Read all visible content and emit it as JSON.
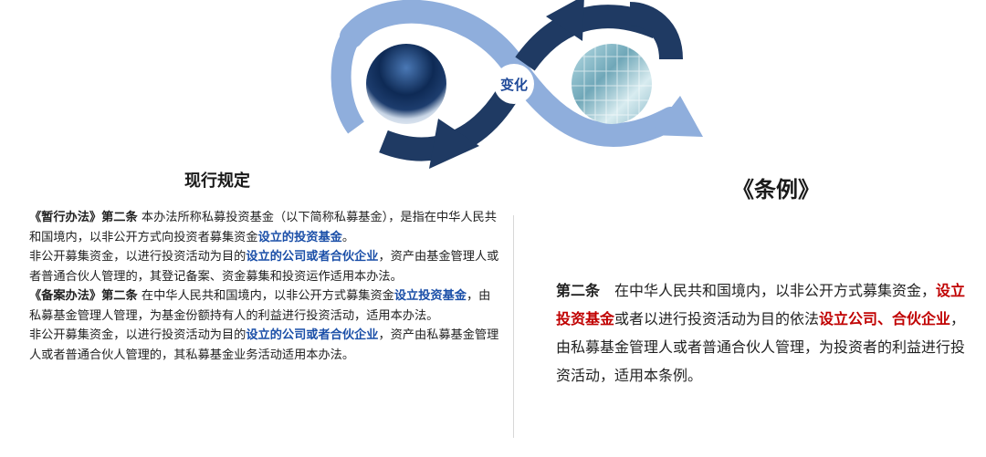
{
  "graphic": {
    "center_label": "变化"
  },
  "left": {
    "title": "现行规定",
    "p1": {
      "lead": "《暂行办法》第二条",
      "t1": " 本办法所称私募投资基金（以下简称私募基金），是指在中华人民共和国境内，以非公开方式向投资者募集资金",
      "h1": "设立的投资基金",
      "t2": "。"
    },
    "p2": {
      "t1": "非公开募集资金，以进行投资活动为目的",
      "h1": "设立的公司或者合伙企业",
      "t2": "，资产由基金管理人或者普通合伙人管理的，其登记备案、资金募集和投资运作适用本办法。"
    },
    "p3": {
      "lead": "《备案办法》第二条",
      "t1": " 在中华人民共和国境内，以非公开方式募集资金",
      "h1": "设立投资基金",
      "t2": "，由私募基金管理人管理，为基金份额持有人的利益进行投资活动，适用本办法。"
    },
    "p4": {
      "t1": "非公开募集资金，以进行投资活动为目的",
      "h1": "设立的公司或者合伙企业",
      "t2": "，资产由私募基金管理人或者普通合伙人管理的，其私募基金业务活动适用本办法。"
    }
  },
  "right": {
    "title": "《条例》",
    "lead": "第二条",
    "t1": "　在中华人民共和国境内，以非公开方式募集资金，",
    "h1": "设立投资基金",
    "t2": "或者以进行投资活动为目的依法",
    "h2": "设立公司、合伙企业",
    "t3": "，由私募基金管理人或者普通合伙人管理，为投资者的利益进行投资活动，适用本条例。"
  },
  "colors": {
    "arrow_dark": "#1f3a63",
    "arrow_light": "#8faedc",
    "highlight_blue": "#1b4fa8",
    "highlight_red": "#c00000"
  }
}
